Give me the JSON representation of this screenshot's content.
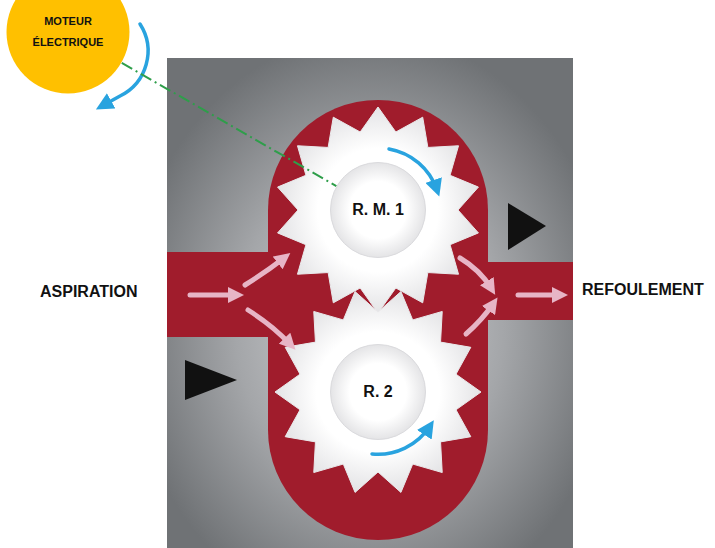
{
  "diagram": {
    "nodes": [
      {
        "text": [
          "MOTEUR ÉLECTRIQUE"
        ]
      },
      {
        "text": [
          "R. M. 1"
        ]
      },
      {
        "text": [
          "R. 2"
        ]
      }
    ],
    "edges": [
      {
        "from": 0,
        "to": 1,
        "arrow": "none"
      }
    ],
    "labels": [
      "ASPIRATION",
      "REFOULEMENT"
    ]
  }
}
